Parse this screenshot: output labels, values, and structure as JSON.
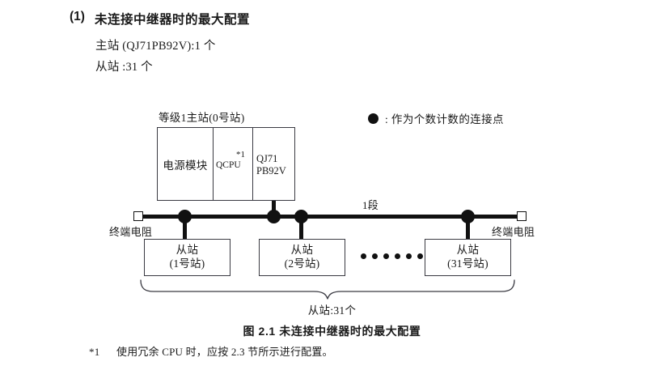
{
  "heading": {
    "number": "(1)",
    "title": "未连接中继器时的最大配置",
    "specs": [
      "主站 (QJ71PB92V):1 个",
      "从站 :31 个"
    ]
  },
  "legend": {
    "icon": "filled-circle",
    "text": ": 作为个数计数的连接点"
  },
  "diagram": {
    "master": {
      "caption": "等级1主站(0号站)",
      "power_module": "电源模块",
      "cpu": "QCPU",
      "cpu_note": "*1",
      "network_line1": "QJ71",
      "network_line2": "PB92V"
    },
    "segment_label": "1段",
    "terminator_left": "终端电阻",
    "terminator_right": "终端电阻",
    "slaves": [
      {
        "line1": "从站",
        "line2": "(1号站)"
      },
      {
        "line1": "从站",
        "line2": "(2号站)"
      },
      {
        "line1": "从站",
        "line2": "(31号站)"
      }
    ],
    "ellipsis_dots": 6,
    "brace_caption": "从站:31个"
  },
  "figure_title": "图 2.1  未连接中继器时的最大配置",
  "footnote": {
    "mark": "*1",
    "text": "使用冗余 CPU 时，应按 2.3 节所示进行配置。"
  },
  "colors": {
    "ink": "#1a1a1a",
    "line": "#3a3a42",
    "dot": "#111111",
    "background": "#ffffff"
  }
}
